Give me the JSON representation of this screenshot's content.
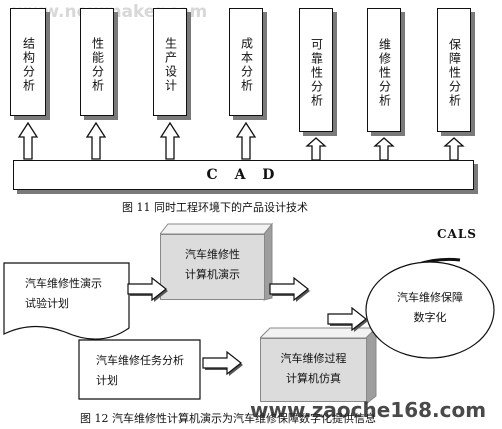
{
  "watermark_top": "www.newmaker.com",
  "watermark_bottom": "www.zaoche168.com",
  "figure11": {
    "boxes": [
      "结构分析",
      "性能分析",
      "生产设计",
      "成本分析",
      "可靠性分析",
      "维修性分析",
      "保障性分析"
    ],
    "bar_label": "C A D",
    "caption": "图 11  同时工程环境下的产品设计技术"
  },
  "figure12": {
    "cals_label": "CALS",
    "doc1": {
      "line1": "汽车维修性演示",
      "line2": "试验计划"
    },
    "doc2": {
      "line1": "汽车维修任务分析",
      "line2": "计划"
    },
    "cube1": {
      "line1": "汽车维修性",
      "line2": "计算机演示"
    },
    "cube2": {
      "line1": "汽车维修过程",
      "line2": "计算机仿真"
    },
    "ellipse": {
      "line1": "汽车维修保障",
      "line2": "数字化"
    },
    "caption": "图 12  汽车维修性计算机演示为汽车维修保障数字化提供信息"
  }
}
